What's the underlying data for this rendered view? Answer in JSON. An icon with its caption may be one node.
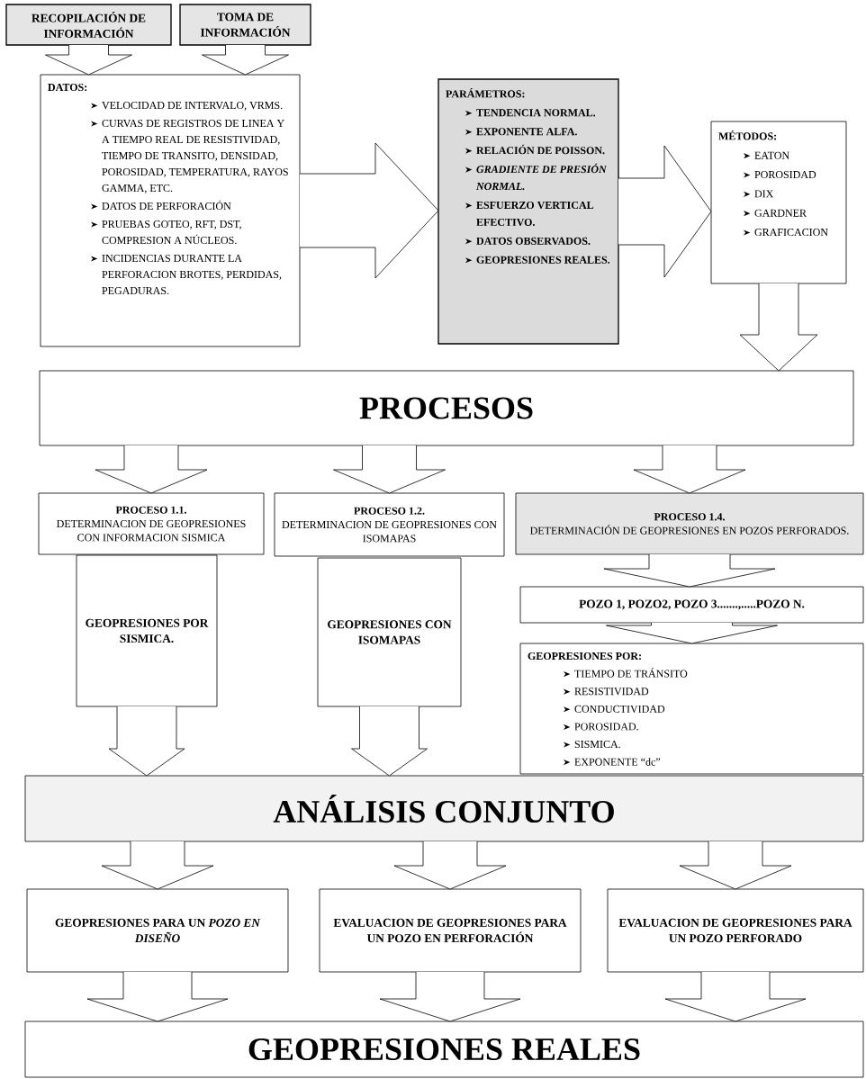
{
  "diagram": {
    "nodes": [
      {
        "text": [
          "RECOPILACIÓN DE INFORMACIÓN"
        ]
      },
      {
        "text": [
          "TOMA DE INFORMACIÓN"
        ]
      },
      {
        "text": [
          "DATOS:",
          "VELOCIDAD DE INTERVALO, VRMS.",
          "CURVAS DE REGISTROS DE LINEA Y A TIEMPO REAL DE RESISTIVIDAD, TIEMPO DE TRANSITO, DENSIDAD, POROSIDAD, TEMPERATURA, RAYOS GAMMA, ETC.",
          "DATOS DE PERFORACIÓN",
          "PRUEBAS GOTEO, RFT, DST, COMPRESION A NÚCLEOS.",
          "INCIDENCIAS DURANTE LA PERFORACION BROTES, PERDIDAS, PEGADURAS."
        ]
      },
      {
        "text": [
          "PARÁMETROS:",
          "TENDENCIA NORMAL.",
          "EXPONENTE ALFA.",
          "RELACIÓN DE POISSON.",
          "GRADIENTE DE PRESIÓN NORMAL.",
          "ESFUERZO VERTICAL EFECTIVO.",
          "DATOS OBSERVADOS.",
          "GEOPRESIONES REALES."
        ]
      },
      {
        "text": [
          "MÉTODOS:",
          "EATON",
          "POROSIDAD",
          "DIX",
          "GARDNER",
          "GRAFICACION"
        ]
      },
      {
        "text": [
          "PROCESOS"
        ]
      },
      {
        "text": [
          "PROCESO 1.1.",
          "DETERMINACION DE GEOPRESIONES CON INFORMACION SISMICA"
        ]
      },
      {
        "text": [
          "PROCESO 1.2.",
          "DETERMINACION DE GEOPRESIONES CON ISOMAPAS"
        ]
      },
      {
        "text": [
          "PROCESO 1.4.",
          "DETERMINACIÓN DE GEOPRESIONES EN POZOS PERFORADOS."
        ]
      },
      {
        "text": [
          "GEOPRESIONES POR SISMICA."
        ]
      },
      {
        "text": [
          "GEOPRESIONES CON ISOMAPAS"
        ]
      },
      {
        "text": [
          "POZO 1, POZO2, POZO 3.......,.....POZO N."
        ]
      },
      {
        "text": [
          "GEOPRESIONES POR:",
          "TIEMPO DE TRÁNSITO",
          "RESISTIVIDAD",
          "CONDUCTIVIDAD",
          "POROSIDAD.",
          "SISMICA.",
          "EXPONENTE “dc”"
        ]
      },
      {
        "text": [
          "ANÁLISIS CONJUNTO"
        ]
      },
      {
        "text": [
          "GEOPRESIONES PARA UN *POZO EN DISEÑO*"
        ]
      },
      {
        "text": [
          "EVALUACION DE GEOPRESIONES PARA UN POZO EN PERFORACIÓN"
        ]
      },
      {
        "text": [
          "EVALUACION DE GEOPRESIONES PARA UN POZO PERFORADO"
        ]
      },
      {
        "text": [
          "GEOPRESIONES REALES"
        ]
      }
    ],
    "edges": [
      {
        "from": 0,
        "to": 2,
        "arrow": "to"
      },
      {
        "from": 1,
        "to": 2,
        "arrow": "to"
      },
      {
        "from": 2,
        "to": 3,
        "arrow": "to"
      },
      {
        "from": 3,
        "to": 4,
        "arrow": "to"
      },
      {
        "from": 4,
        "to": 5,
        "arrow": "to"
      },
      {
        "from": 5,
        "to": 6,
        "arrow": "to"
      },
      {
        "from": 5,
        "to": 7,
        "arrow": "to"
      },
      {
        "from": 5,
        "to": 8,
        "arrow": "to"
      },
      {
        "from": 8,
        "to": 11,
        "arrow": "to"
      },
      {
        "from": 11,
        "to": 12,
        "arrow": "to"
      },
      {
        "from": 9,
        "to": 13,
        "arrow": "to"
      },
      {
        "from": 10,
        "to": 13,
        "arrow": "to"
      },
      {
        "from": 13,
        "to": 14,
        "arrow": "to"
      },
      {
        "from": 13,
        "to": 15,
        "arrow": "to"
      },
      {
        "from": 13,
        "to": 16,
        "arrow": "to"
      },
      {
        "from": 14,
        "to": 17,
        "arrow": "to"
      },
      {
        "from": 15,
        "to": 17,
        "arrow": "to"
      },
      {
        "from": 16,
        "to": 17,
        "arrow": "to"
      }
    ]
  }
}
